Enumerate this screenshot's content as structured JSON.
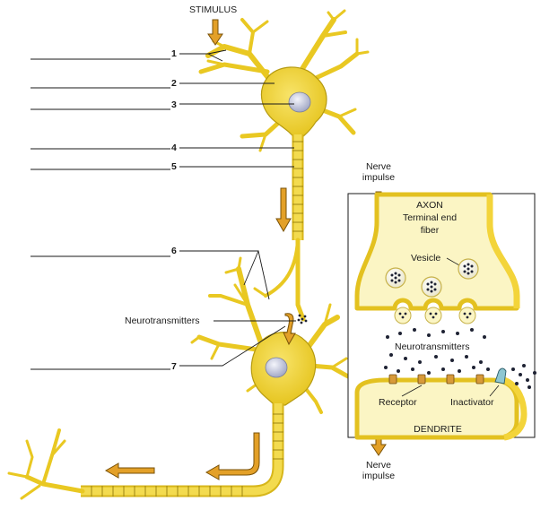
{
  "labels": {
    "stimulus": "STIMULUS",
    "neurotransmitters_left": "Neurotransmitters",
    "nerve_impulse_top": [
      "Nerve",
      "impulse"
    ],
    "axon_title": "AXON",
    "terminal_end_fiber": [
      "Terminal end",
      "fiber"
    ],
    "vesicle": "Vesicle",
    "neurotransmitters_inset": "Neurotransmitters",
    "receptor": "Receptor",
    "inactivator": "Inactivator",
    "dendrite": "DENDRITE",
    "nerve_impulse_bottom": [
      "Nerve",
      "impulse"
    ]
  },
  "callouts": [
    "1",
    "2",
    "3",
    "4",
    "5",
    "6",
    "7"
  ],
  "colors": {
    "neuron_fill": "#f4d83a",
    "neuron_stroke": "#b59a10",
    "terminal_fill": "#fbf5c4",
    "arrow_fill": "#e3a028",
    "arrow_stroke": "#7a5208",
    "nucleus": "#c9cde0",
    "receptor": "#d89a3a",
    "inactivator": "#8ec7d2"
  }
}
